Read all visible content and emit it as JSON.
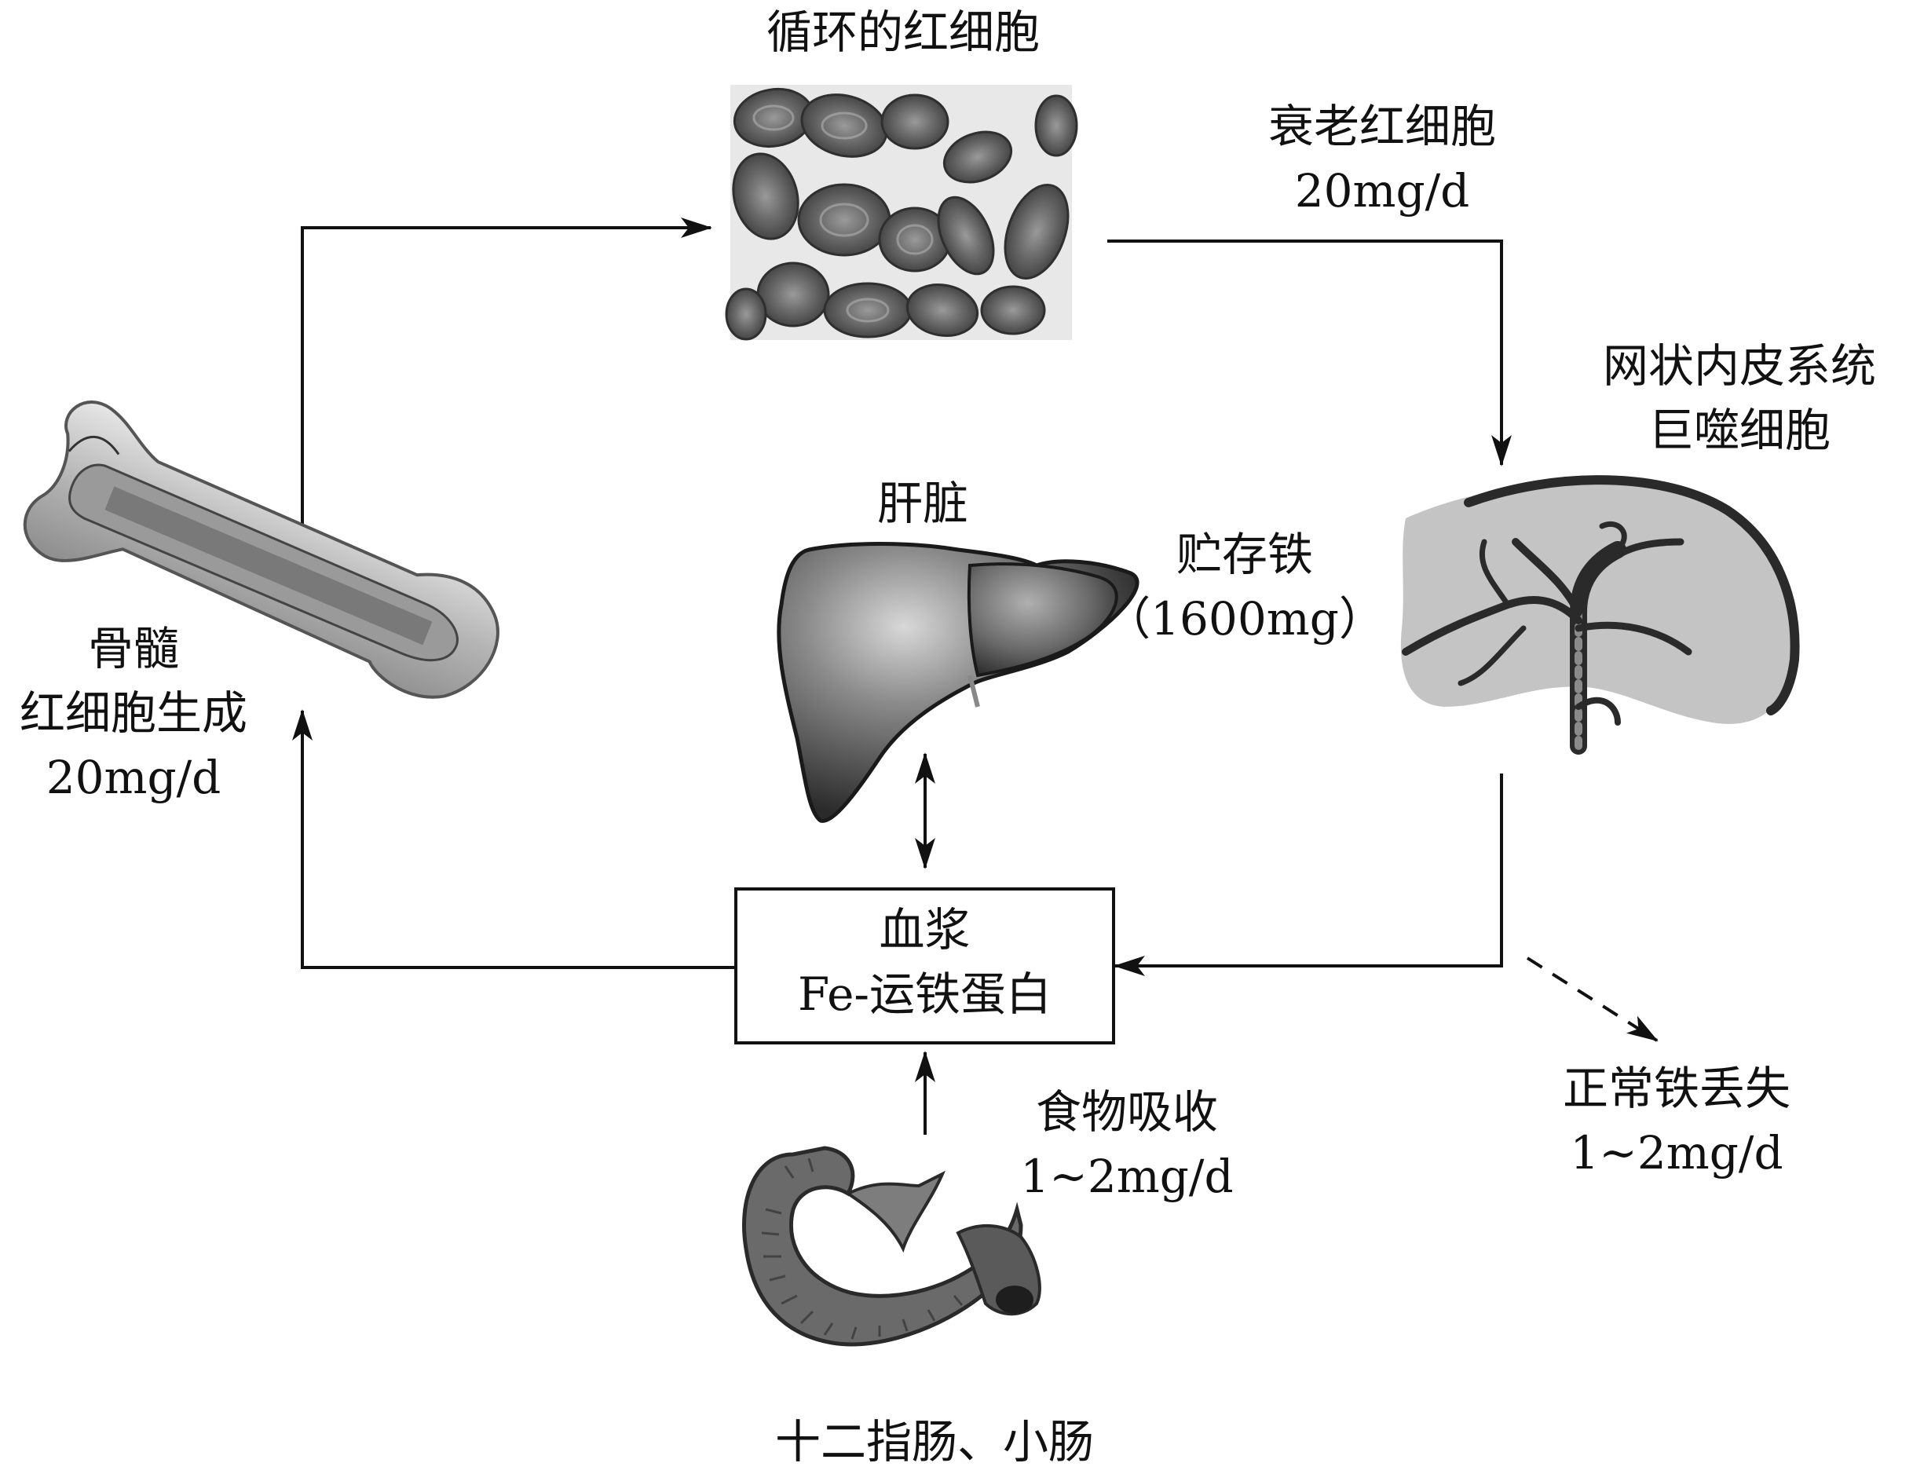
{
  "diagram": {
    "circulating_rbc": {
      "label": "循环的红细胞"
    },
    "senescent_rbc": {
      "label": "衰老红细胞",
      "amount": "20mg/d"
    },
    "res_macrophage": {
      "line1": "网状内皮系统",
      "line2": "巨噬细胞"
    },
    "liver": {
      "label": "肝脏"
    },
    "iron_storage": {
      "label": "贮存铁",
      "amount": "（1600mg）"
    },
    "bone_marrow": {
      "line1": "骨髓",
      "line2": "红细胞生成",
      "amount": "20mg/d"
    },
    "plasma": {
      "line1": "血浆",
      "line2": "Fe-运铁蛋白"
    },
    "food_absorption": {
      "label": "食物吸收",
      "amount": "1~2mg/d"
    },
    "normal_iron_loss": {
      "label": "正常铁丢失",
      "amount": "1~2mg/d"
    },
    "intestine": {
      "label": "十二指肠、小肠"
    }
  }
}
